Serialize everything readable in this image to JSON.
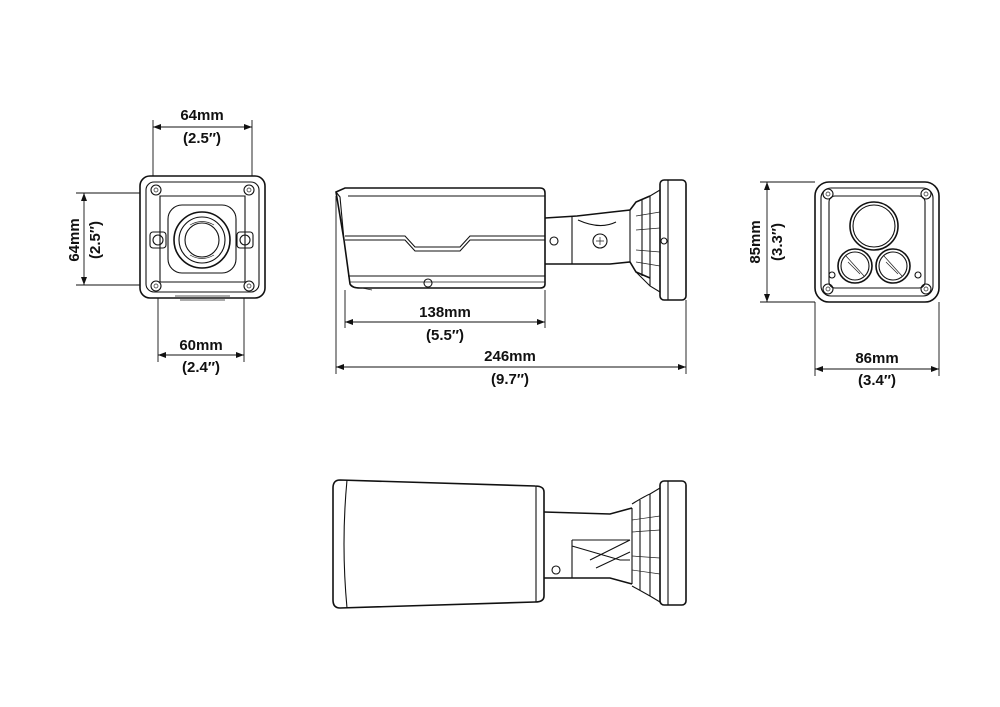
{
  "dimensions": {
    "mount_width": {
      "mm": "64mm",
      "inch": "(2.5″)"
    },
    "mount_height": {
      "mm": "64mm",
      "inch": "(2.5″)"
    },
    "mount_hole_spacing": {
      "mm": "60mm",
      "inch": "(2.4″)"
    },
    "body_length": {
      "mm": "138mm",
      "inch": "(5.5″)"
    },
    "total_length": {
      "mm": "246mm",
      "inch": "(9.7″)"
    },
    "front_height": {
      "mm": "85mm",
      "inch": "(3.3″)"
    },
    "front_width": {
      "mm": "86mm",
      "inch": "(3.4″)"
    }
  }
}
